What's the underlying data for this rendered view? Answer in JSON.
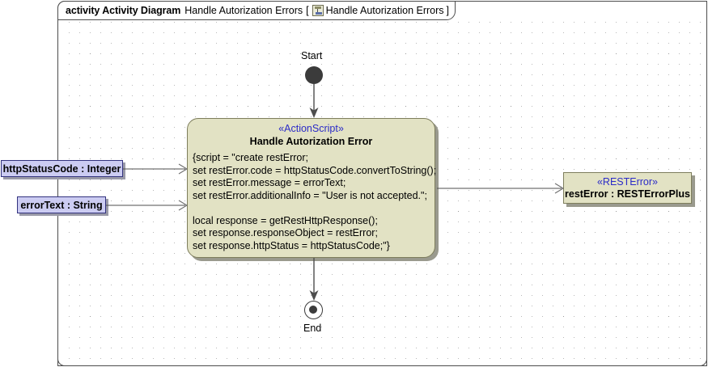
{
  "diagram": {
    "frame": {
      "keyword": "activity Activity Diagram",
      "name": "Handle Autorization Errors",
      "bracket_open": "[",
      "icon_name": "activity-diagram-icon",
      "qualified_name": "Handle Autorization Errors",
      "bracket_close": "]"
    },
    "nodes": {
      "start": {
        "label": "Start",
        "type": "initial-node"
      },
      "end": {
        "label": "End",
        "type": "activity-final-node"
      },
      "action": {
        "stereotype": "«ActionScript»",
        "title": "Handle Autorization Error",
        "script": "{script = \"create restError;\nset restError.code = httpStatusCode.convertToString();\nset restError.message = errorText;\nset restError.additionalInfo = \"User is not accepted.\";\n\nlocal response = getRestHttpResponse();\nset response.responseObject = restError;\nset response.httpStatus = httpStatusCode;\"}",
        "fill_color": "#e2e2c4",
        "border_color": "#7d7d5c",
        "stereotype_color": "#2b2bc8"
      },
      "output_object": {
        "stereotype": "«RESTError»",
        "name": "restError : RESTErrorPlus",
        "fill_color": "#e2e2c4",
        "border_color": "#7d7d5c",
        "stereotype_color": "#2b2bc8"
      }
    },
    "pins": [
      {
        "label": "httpStatusCode : Integer",
        "fill_color": "#ccccf2",
        "border_color": "#33337f"
      },
      {
        "label": "errorText : String",
        "fill_color": "#ccccf2",
        "border_color": "#33337f"
      }
    ],
    "edges": [
      {
        "name": "start-to-action",
        "from": "start",
        "to": "action"
      },
      {
        "name": "action-to-end",
        "from": "action",
        "to": "end"
      },
      {
        "name": "httpStatusCode-to-action",
        "from": "httpStatusCode-pin",
        "to": "action"
      },
      {
        "name": "errorText-to-action",
        "from": "errorText-pin",
        "to": "action"
      },
      {
        "name": "action-to-restError",
        "from": "action",
        "to": "output_object"
      }
    ]
  }
}
